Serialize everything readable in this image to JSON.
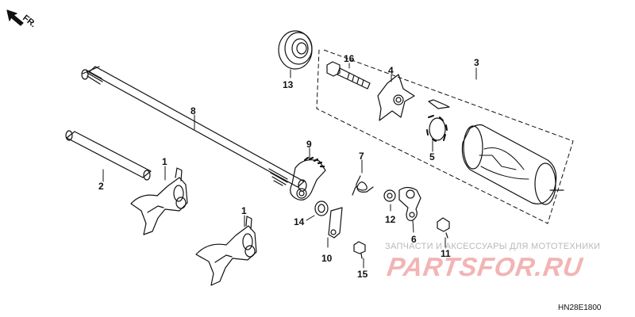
{
  "diagram": {
    "direction_label": "FR.",
    "callouts": {
      "p1a": "1",
      "p1b": "1",
      "p2": "2",
      "p3": "3",
      "p4": "4",
      "p5": "5",
      "p6": "6",
      "p7": "7",
      "p8": "8",
      "p9": "9",
      "p10": "10",
      "p11": "11",
      "p12": "12",
      "p13": "13",
      "p14": "14",
      "p15": "15",
      "p16": "16"
    },
    "diagram_code": "HN28E1800"
  },
  "watermark": {
    "caption": "ЗАПЧАСТИ И АКСЕССУАРЫ ДЛЯ МОТОТЕХНИКИ",
    "logo_text": "PARTSFOR.RU"
  },
  "colors": {
    "line": "#111111",
    "watermark_logo": "#f2b4b4",
    "watermark_caption": "#b9b9b9"
  }
}
